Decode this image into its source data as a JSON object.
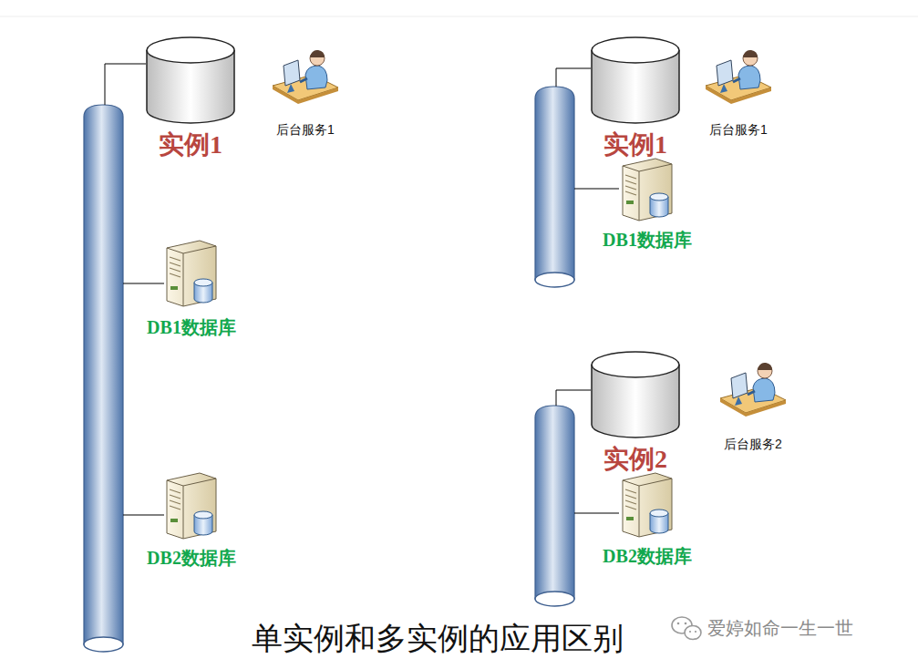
{
  "diagram": {
    "caption": "单实例和多实例的应用区别",
    "nodes": [
      {
        "text": [
          "实例1"
        ]
      },
      {
        "text": [
          "后台服务1"
        ]
      },
      {
        "text": [
          "DB1数据库"
        ]
      },
      {
        "text": [
          "DB2数据库"
        ]
      },
      {
        "text": [
          "实例1"
        ]
      },
      {
        "text": [
          "后台服务1"
        ]
      },
      {
        "text": [
          "DB1数据库"
        ]
      },
      {
        "text": [
          "实例2"
        ]
      },
      {
        "text": [
          "后台服务2"
        ]
      },
      {
        "text": [
          "DB2数据库"
        ]
      }
    ],
    "labels": [
      "爱婷如命一生一世"
    ]
  }
}
